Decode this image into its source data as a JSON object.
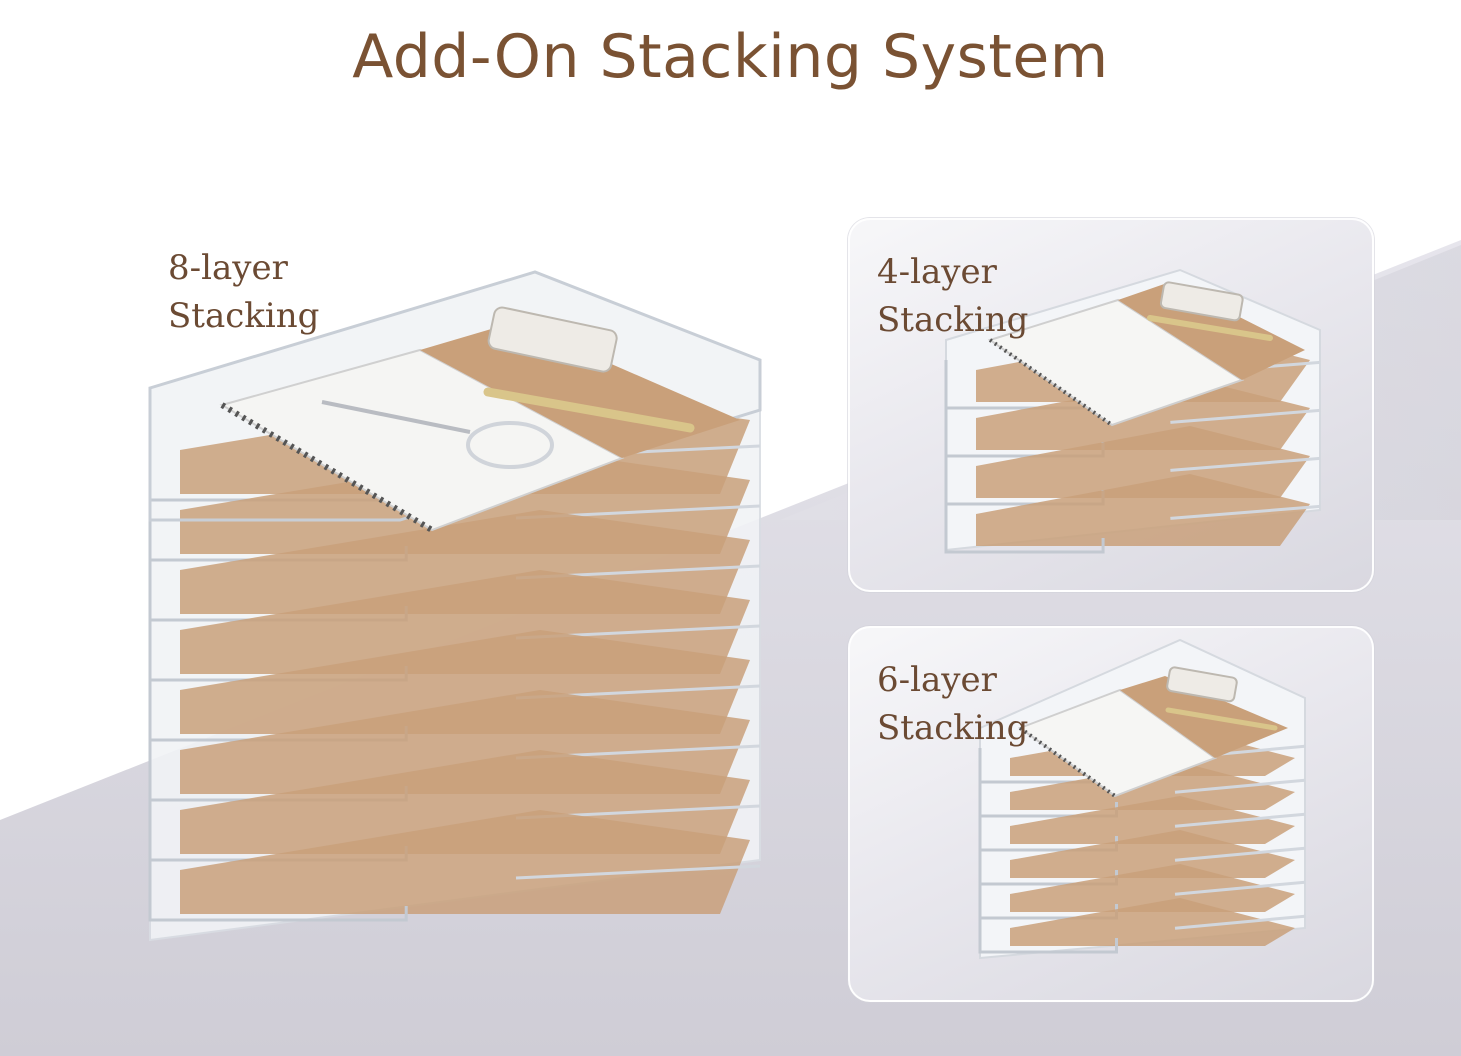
{
  "headline": "Add-On Stacking System",
  "main": {
    "label_line1": "8-layer",
    "label_line2": "Stacking"
  },
  "panels": [
    {
      "label_line1": "4-layer",
      "label_line2": "Stacking"
    },
    {
      "label_line1": "6-layer",
      "label_line2": "Stacking"
    }
  ],
  "colors": {
    "title": "#7a5233",
    "label": "#6b4a33",
    "kraft": "#c9a07a",
    "acrylic": "#f4f6f8"
  }
}
